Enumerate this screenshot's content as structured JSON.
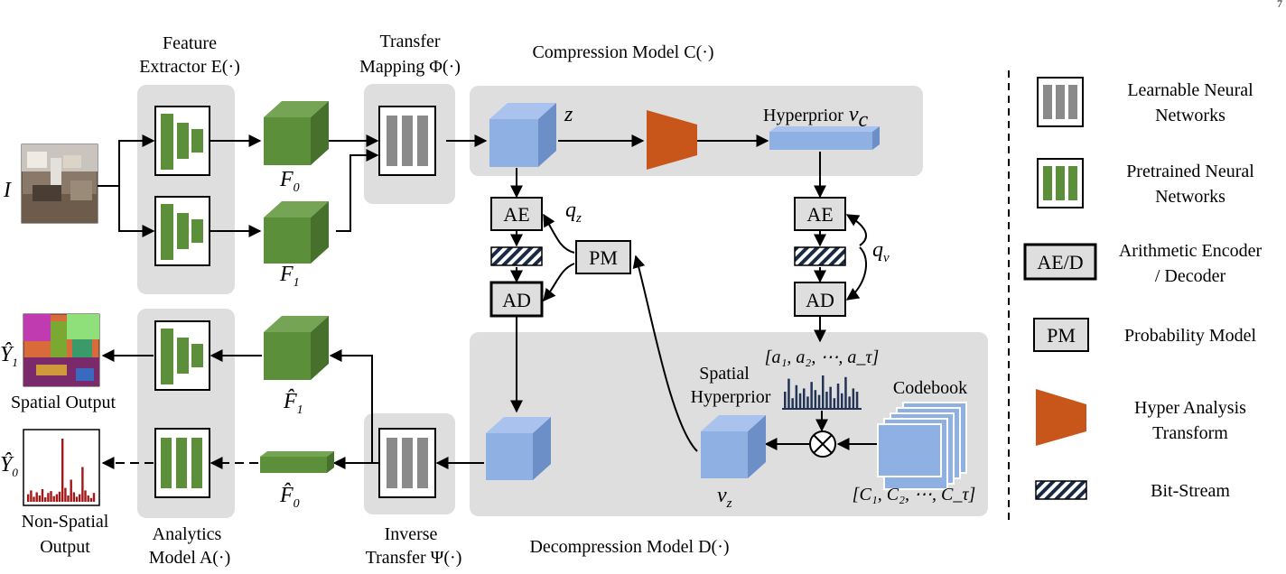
{
  "corner_mark": "7",
  "left": {
    "input_label": "I",
    "feature_extractor": {
      "line1": "Feature",
      "line2": "Extractor E(·)"
    },
    "features": {
      "f0": "F",
      "f0_sub": "0",
      "f1": "F",
      "f1_sub": "1"
    },
    "transfer_mapping": {
      "line1": "Transfer",
      "line2": "Mapping Φ(·)"
    },
    "compression_model": "Compression Model C(·)",
    "z_label": "z",
    "hyperprior_label": "Hyperprior",
    "hyperprior_sym": "v",
    "hyperprior_sub": "c",
    "ae_label": "AE",
    "ad_label": "AD",
    "pm_label": "PM",
    "qz": "q",
    "qz_sub": "z",
    "qv": "q",
    "qv_sub": "v",
    "a_seq": "[a₁, a₂, ⋯, a_τ]",
    "c_seq": "[C₁, C₂, ⋯, C_τ]",
    "codebook": "Codebook",
    "spatial_hyperprior": {
      "line1": "Spatial",
      "line2": "Hyperprior"
    },
    "vz": "v",
    "vz_sub": "z",
    "decompression_model": "Decompression Model D(·)",
    "inverse_transfer": {
      "line1": "Inverse",
      "line2": "Transfer Ψ(·)"
    },
    "analytics_model": {
      "line1": "Analytics",
      "line2": "Model A(·)"
    },
    "f1_hat": "F̂",
    "f1_hat_sub": "1",
    "f0_hat": "F̂",
    "f0_hat_sub": "0",
    "y1_hat": "Ŷ",
    "y1_hat_sub": "1",
    "y0_hat": "Ŷ",
    "y0_hat_sub": "0",
    "spatial_output": "Spatial Output",
    "nonspatial_output": {
      "line1": "Non-Spatial",
      "line2": "Output"
    }
  },
  "legend": [
    {
      "icon": "learnable-nn-icon",
      "line1": "Learnable Neural",
      "line2": "Networks"
    },
    {
      "icon": "pretrained-nn-icon",
      "line1": "Pretrained Neural",
      "line2": "Networks"
    },
    {
      "icon": "ae-d-icon",
      "box": "AE/D",
      "line1": "Arithmetic Encoder",
      "line2": "/ Decoder"
    },
    {
      "icon": "pm-icon",
      "box": "PM",
      "line1": "Probability Model",
      "line2": ""
    },
    {
      "icon": "hyper-analysis-icon",
      "line1": "Hyper Analysis",
      "line2": "Transform"
    },
    {
      "icon": "bitstream-icon",
      "line1": "Bit-Stream",
      "line2": ""
    }
  ],
  "colors": {
    "panel": "#dedede",
    "green": "#5c8f3a",
    "blue": "#8fb0e3",
    "orange": "#c8561a",
    "grey_nn": "#8a8a8a",
    "hist_blue": "#223355",
    "hist_red": "#a01818"
  },
  "a_histogram": [
    0.5,
    0.9,
    0.3,
    0.7,
    0.45,
    0.6,
    0.35,
    0.8,
    0.55,
    0.4,
    1.0,
    0.5,
    0.65,
    0.3,
    0.75,
    0.45,
    0.95,
    0.35,
    0.6,
    0.5
  ],
  "y0_histogram": [
    0.12,
    0.18,
    0.08,
    0.15,
    0.1,
    0.2,
    0.07,
    0.14,
    0.17,
    0.09,
    0.12,
    0.16,
    1.0,
    0.22,
    0.1,
    0.35,
    0.15,
    0.08,
    0.12,
    0.55,
    0.18,
    0.1,
    0.06,
    0.14
  ]
}
